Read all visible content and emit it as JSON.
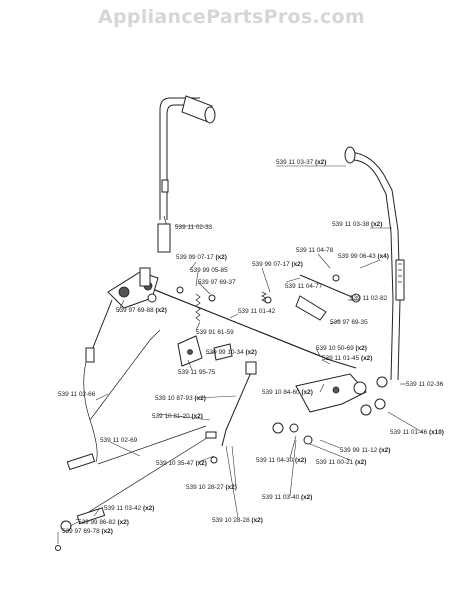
{
  "watermark": "AppliancePartsPros.com",
  "labels": [
    {
      "id": "l01",
      "part": "539 11 03-37",
      "qty": "(x2)"
    },
    {
      "id": "l02",
      "part": "539 11 02-33",
      "qty": ""
    },
    {
      "id": "l03",
      "part": "539 11 03-38",
      "qty": "(x2)"
    },
    {
      "id": "l04",
      "part": "539 11 04-78",
      "qty": ""
    },
    {
      "id": "l05",
      "part": "539 99 07-17",
      "qty": "(x2)"
    },
    {
      "id": "l06",
      "part": "539 99 07-17",
      "qty": "(x2)"
    },
    {
      "id": "l07",
      "part": "539 99 06-43",
      "qty": "(x4)"
    },
    {
      "id": "l08",
      "part": "539 99 05-85",
      "qty": ""
    },
    {
      "id": "l09",
      "part": "539 97 69-37",
      "qty": ""
    },
    {
      "id": "l10",
      "part": "539 11 04-77",
      "qty": ""
    },
    {
      "id": "l11",
      "part": "539 11 02-82",
      "qty": ""
    },
    {
      "id": "l12",
      "part": "539 97 69-88",
      "qty": "(x2)"
    },
    {
      "id": "l13",
      "part": "539 11 01-42",
      "qty": ""
    },
    {
      "id": "l14",
      "part": "539 97 69-35",
      "qty": ""
    },
    {
      "id": "l15",
      "part": "539 91 61-59",
      "qty": ""
    },
    {
      "id": "l16",
      "part": "539 10 50-69",
      "qty": "(x2)"
    },
    {
      "id": "l17",
      "part": "539 99 10-34",
      "qty": "(x2)"
    },
    {
      "id": "l18",
      "part": "539 11 01-45",
      "qty": "(x2)"
    },
    {
      "id": "l19",
      "part": "539 11 95-75",
      "qty": ""
    },
    {
      "id": "l20",
      "part": "539 10 84-60",
      "qty": "(x2)"
    },
    {
      "id": "l21",
      "part": "539 11 02-66",
      "qty": ""
    },
    {
      "id": "l22",
      "part": "539 10 87-93",
      "qty": "(x2)"
    },
    {
      "id": "l23",
      "part": "539 11 02-36",
      "qty": ""
    },
    {
      "id": "l24",
      "part": "539 10 81-20",
      "qty": "(x2)"
    },
    {
      "id": "l25",
      "part": "539 11 01-46",
      "qty": "(x10)"
    },
    {
      "id": "l26",
      "part": "539 11 02-69",
      "qty": ""
    },
    {
      "id": "l27",
      "part": "539 10 35-47",
      "qty": "(x2)"
    },
    {
      "id": "l28",
      "part": "539 99 11-12",
      "qty": "(x2)"
    },
    {
      "id": "l29",
      "part": "539 11 04-30",
      "qty": "(x2)"
    },
    {
      "id": "l30",
      "part": "539 11 00-21",
      "qty": "(x2)"
    },
    {
      "id": "l31",
      "part": "539 10 28-27",
      "qty": "(x2)"
    },
    {
      "id": "l32",
      "part": "539 11 03-40",
      "qty": "(x2)"
    },
    {
      "id": "l33",
      "part": "539 11 03-42",
      "qty": "(x2)"
    },
    {
      "id": "l34",
      "part": "539 99 86-82",
      "qty": "(x2)"
    },
    {
      "id": "l35",
      "part": "539 10 28-28",
      "qty": "(x2)"
    },
    {
      "id": "l36",
      "part": "539 97 69-78",
      "qty": "(x2)"
    }
  ]
}
